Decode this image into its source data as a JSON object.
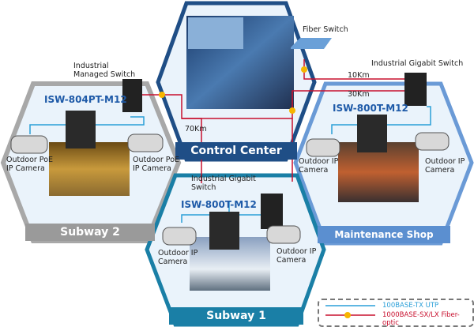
{
  "zones": {
    "control_center": {
      "label": "Control Center",
      "fiber_switch": "Fiber Switch",
      "distance": "70Km"
    },
    "subway2": {
      "label": "Subway 2",
      "switch_label": "Industrial Managed Switch",
      "model": "ISW-804PT-M12",
      "camera_left": "Outdoor PoE IP Camera",
      "camera_right": "Outdoor PoE IP Camera"
    },
    "subway1": {
      "label": "Subway 1",
      "switch_label": "Industrial Gigabit Switch",
      "model": "ISW-800T-M12",
      "camera_left": "Outdoor IP Camera",
      "camera_right": "Outdoor IP Camera"
    },
    "maintenance": {
      "label": "Maintenance Shop",
      "switch_label": "Industrial Gigabit Switch",
      "model": "ISW-800T-M12",
      "camera_left": "Outdoor IP Camera",
      "camera_right": "Outdoor IP Camera",
      "distance_1": "10Km",
      "distance_2": "30Km"
    }
  },
  "legend": {
    "utp": "100BASE-TX UTP",
    "fiber": "1000BASE-SX/LX Fiber-optic"
  },
  "colors": {
    "utp": "#2a9fd8",
    "fiber": "#c8102e",
    "control_band": "#1f4e86",
    "subway2_band": "#9a9a9a",
    "subway1_band": "#1a7fa6",
    "maintenance_band": "#5b8fd0"
  }
}
